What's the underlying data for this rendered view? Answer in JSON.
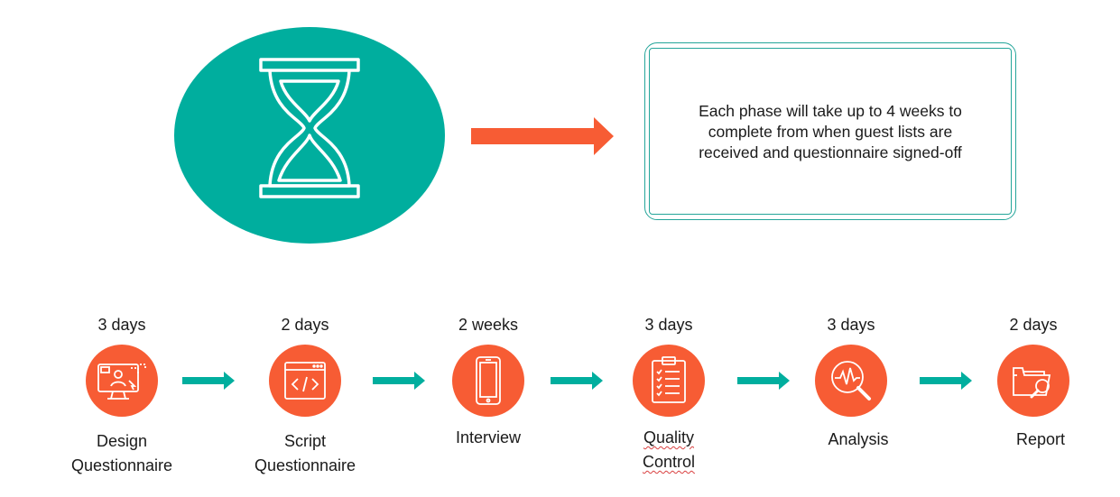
{
  "note": {
    "line1": "Each phase will take up to 4 weeks to",
    "line2": "complete from when guest lists are",
    "line3": "received and questionnaire signed-off"
  },
  "phases": [
    {
      "duration": "3 days",
      "label_line1": "Design",
      "label_line2": "Questionnaire",
      "icon": "computer-design-icon"
    },
    {
      "duration": "2 days",
      "label_line1": "Script",
      "label_line2": "Questionnaire",
      "icon": "code-window-icon"
    },
    {
      "duration": "2 weeks",
      "label_line1": "Interview",
      "label_line2": "",
      "icon": "mobile-phone-icon"
    },
    {
      "duration": "3 days",
      "label_line1": "Quality",
      "label_line2": "Control",
      "icon": "checklist-clipboard-icon"
    },
    {
      "duration": "3 days",
      "label_line1": "Analysis",
      "label_line2": "",
      "icon": "magnifier-pulse-icon"
    },
    {
      "duration": "2 days",
      "label_line1": "Report",
      "label_line2": "",
      "icon": "folder-search-icon"
    }
  ],
  "colors": {
    "teal": "#00ae9e",
    "orange": "#f75c34",
    "box_border": "#24a59a"
  }
}
